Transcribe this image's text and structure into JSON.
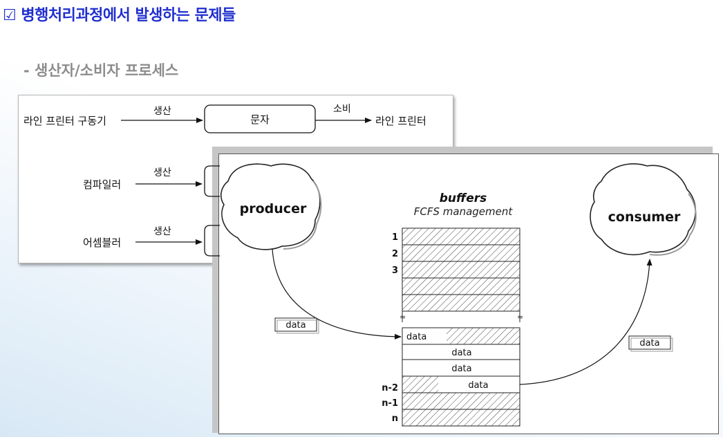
{
  "title": "☑ 병행처리과정에서 발생하는 문제들",
  "subtitle": "- 생산자/소비자 프로세스",
  "pipeline": {
    "rows": [
      {
        "source": "라인 프린터 구동기",
        "arrow_label": "생산",
        "box": "문자",
        "consume_label": "소비",
        "target": "라인 프린터"
      },
      {
        "source": "컴파일러",
        "arrow_label": "생산"
      },
      {
        "source": "어셈블러",
        "arrow_label": "생산"
      }
    ]
  },
  "buffer_diagram": {
    "producer": "producer",
    "consumer": "consumer",
    "buffers_title": "buffers",
    "buffers_subtitle": "FCFS management",
    "top_slot_labels": [
      "1",
      "2",
      "3"
    ],
    "bottom_slot_labels": [
      "n-2",
      "n-1",
      "n"
    ],
    "slot_data_label": "data",
    "producer_tag": "data",
    "consumer_tag": "data"
  }
}
